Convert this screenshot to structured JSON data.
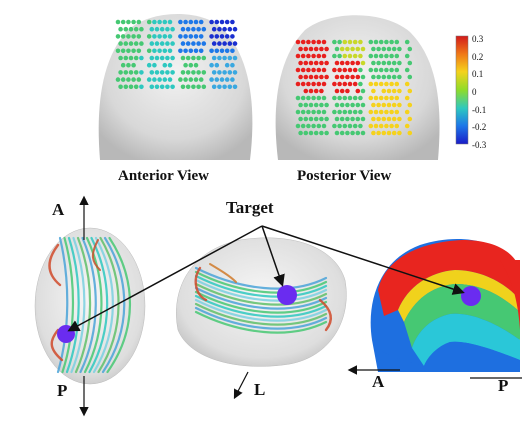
{
  "views": {
    "anterior_label": "Anterior View",
    "posterior_label": "Posterior View"
  },
  "target_label": "Target",
  "axes": {
    "anterior": "A",
    "posterior": "P",
    "lateral": "L"
  },
  "colorbar": {
    "ticks": [
      "0.3",
      "0.2",
      "0.1",
      "0",
      "-0.1",
      "-0.2",
      "-0.3"
    ],
    "colors": [
      "#e8201e",
      "#f07a18",
      "#f5d21c",
      "#9ede2a",
      "#2ec8c0",
      "#1e78e8",
      "#1a1cc8"
    ]
  },
  "palette": {
    "head": "#dcdcdc",
    "fiber_blue": "#4aa3d8",
    "fiber_green": "#46c873",
    "target_marker": "#6a2cf0",
    "surface_red": "#e8251f",
    "surface_blue": "#1e6fe0",
    "surface_cyan": "#2ac7d8"
  }
}
